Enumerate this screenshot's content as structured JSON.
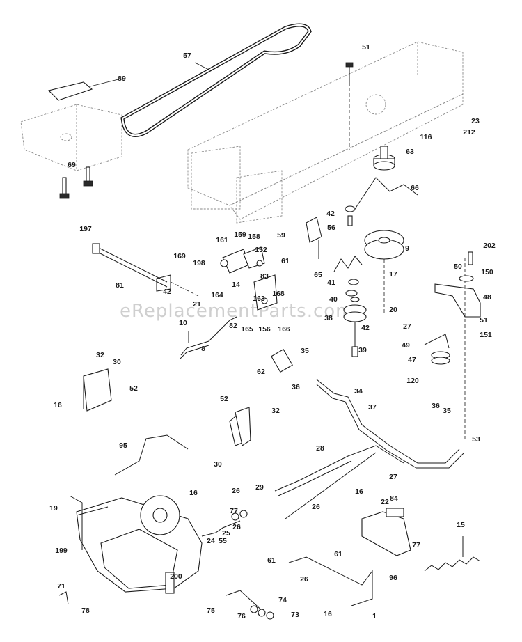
{
  "watermark": "eReplacementParts.com",
  "callouts": [
    "57",
    "51",
    "89",
    "23",
    "116",
    "212",
    "63",
    "69",
    "66",
    "42",
    "56",
    "59",
    "197",
    "161",
    "159",
    "158",
    "152",
    "9",
    "169",
    "198",
    "61",
    "17",
    "65",
    "41",
    "42",
    "164",
    "14",
    "83",
    "81",
    "163",
    "168",
    "40",
    "20",
    "21",
    "82",
    "165",
    "156",
    "166",
    "38",
    "42",
    "10",
    "27",
    "51",
    "151",
    "202",
    "50",
    "150",
    "48",
    "49",
    "47",
    "120",
    "8",
    "39",
    "35",
    "62",
    "36",
    "32",
    "30",
    "52",
    "16",
    "34",
    "37",
    "52",
    "32",
    "36",
    "35",
    "53",
    "95",
    "30",
    "28",
    "29",
    "26",
    "27",
    "16",
    "84",
    "22",
    "26",
    "77",
    "16",
    "19",
    "24",
    "25",
    "26",
    "55",
    "15",
    "199",
    "77",
    "200",
    "61",
    "61",
    "96",
    "71",
    "26",
    "78",
    "74",
    "75",
    "76",
    "73",
    "16",
    "1"
  ]
}
